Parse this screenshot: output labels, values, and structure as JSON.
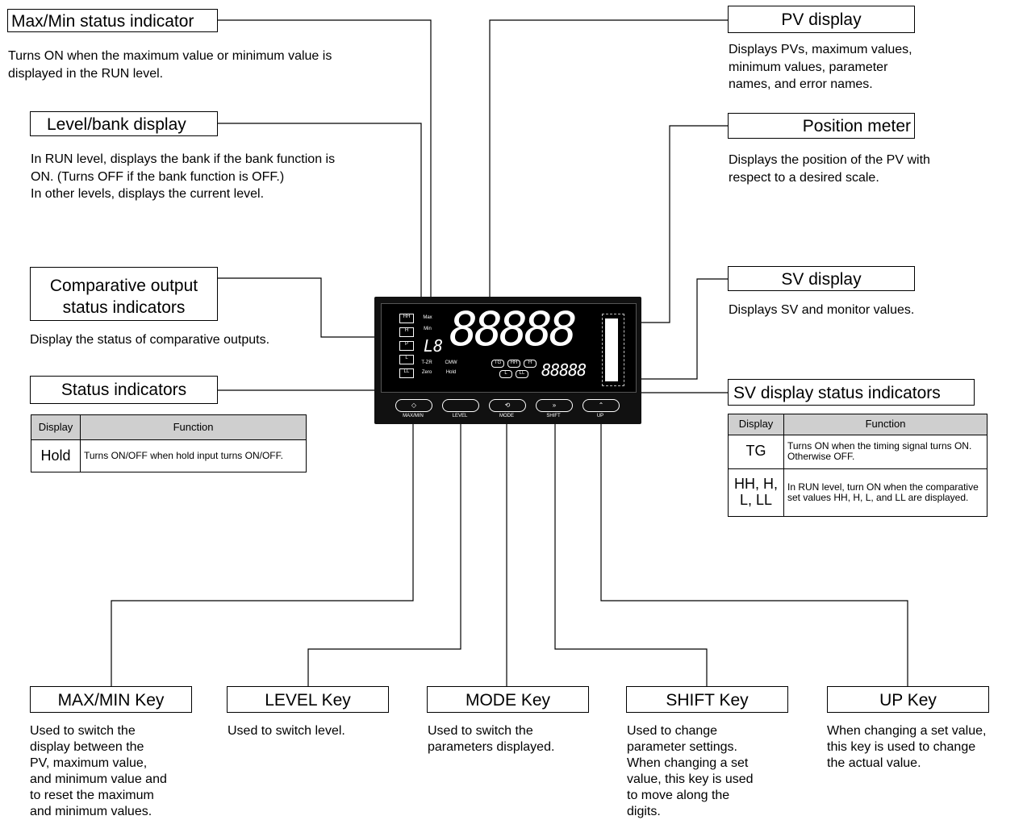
{
  "labels": {
    "maxmin_status": "Max/Min status indicator",
    "level_bank": "Level/bank display",
    "comparative": "Comparative output status indicators",
    "status": "Status indicators",
    "pv_display": "PV display",
    "position_meter": "Position meter",
    "sv_display": "SV display",
    "sv_status": "SV display status indicators"
  },
  "descriptions": {
    "maxmin_status": "Turns ON when the maximum value or minimum value is\ndisplayed in the RUN level.",
    "level_bank": "In RUN level, displays the bank if the bank function is\nON. (Turns OFF if the bank function is OFF.)\nIn other levels, displays the current level.",
    "comparative": "Display the status of comparative outputs.",
    "pv_display": "Displays PVs, maximum values,\nminimum values, parameter\nnames, and error names.",
    "position_meter": "Displays the position of the PV with\nrespect to a desired scale.",
    "sv_display": "Displays SV and monitor values."
  },
  "status_table": {
    "headers": [
      "Display",
      "Function"
    ],
    "rows": [
      {
        "display": "Hold",
        "function": "Turns ON/OFF when hold input turns ON/OFF."
      }
    ]
  },
  "sv_status_table": {
    "headers": [
      "Display",
      "Function"
    ],
    "rows": [
      {
        "display": "TG",
        "function": "Turns ON when the timing signal turns ON. Otherwise OFF."
      },
      {
        "display": "HH, H, L, LL",
        "function": "In RUN level, turn ON when the comparative set values HH, H, L, and LL are displayed."
      }
    ]
  },
  "keys": [
    {
      "name": "MAX/MIN Key",
      "desc": "Used to switch the\ndisplay between the\nPV, maximum value,\nand minimum value and\nto reset the maximum\nand minimum values."
    },
    {
      "name": "LEVEL Key",
      "desc": "Used to switch level."
    },
    {
      "name": "MODE Key",
      "desc": "Used to switch the\nparameters displayed."
    },
    {
      "name": "SHIFT Key",
      "desc": "Used to change\nparameter settings.\nWhen changing a set\nvalue, this key is used\nto move along the\ndigits."
    },
    {
      "name": "UP Key",
      "desc": "When changing a set value,\nthis key is used to change\nthe actual value."
    }
  ],
  "device": {
    "pv_digits": "88888",
    "sv_digits": "88888",
    "level_digits": "L8",
    "comparative_indicators": [
      "HH",
      "H",
      "P",
      "L",
      "LL"
    ],
    "maxmin_indicators": [
      "Max",
      "Min"
    ],
    "status_indicators": [
      "T-ZR",
      "Zero",
      "CMW",
      "Hold"
    ],
    "sv_indicators": [
      "TG",
      "HH",
      "H",
      "L",
      "LL"
    ],
    "key_labels": [
      "MAX/MIN",
      "LEVEL",
      "MODE",
      "SHIFT",
      "UP"
    ],
    "key_symbols": [
      "◇",
      "",
      "⟲",
      "»",
      "⌃"
    ]
  }
}
